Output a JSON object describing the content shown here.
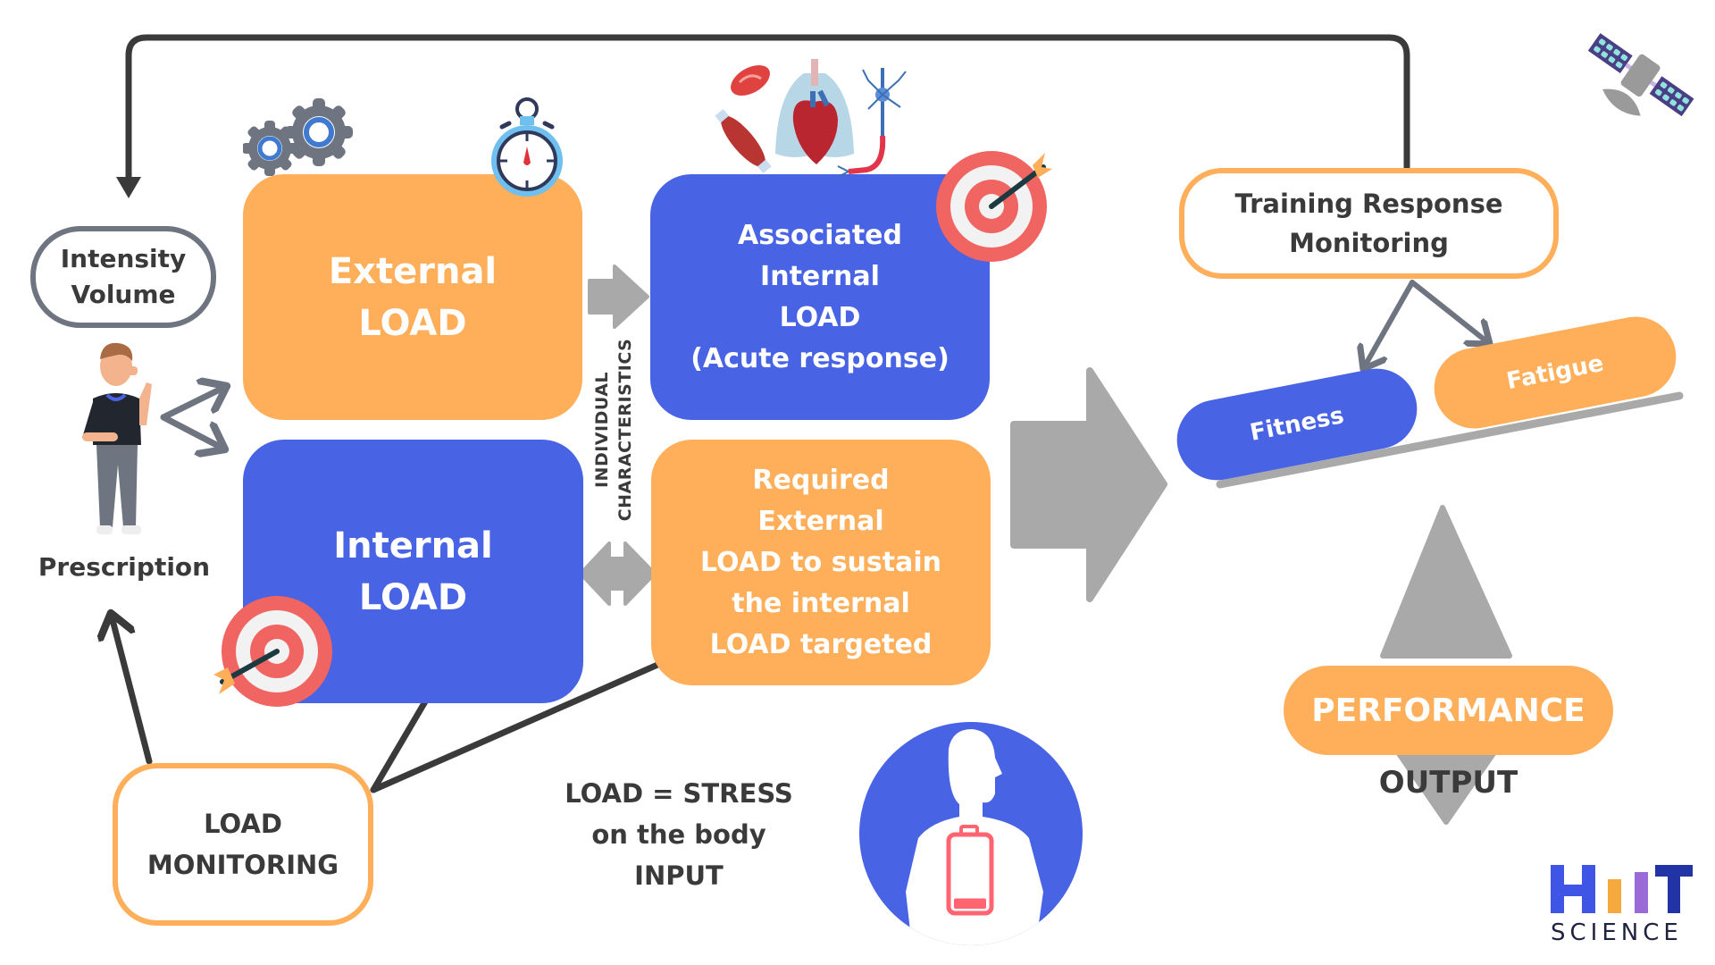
{
  "colors": {
    "orange": "#ffae5a",
    "blue": "#4863e3",
    "gray_arrow": "#a9a9a9",
    "dark_arrow": "#3a3a3a",
    "slate": "#6f7580",
    "text_dark": "#3a3a3a"
  },
  "feedback_loop": {
    "label": "feedback-arrow"
  },
  "intensity_volume": {
    "lines": [
      "Intensity",
      "Volume"
    ]
  },
  "prescription": {
    "label": "Prescription"
  },
  "external_load": {
    "lines": [
      "External",
      "LOAD"
    ]
  },
  "internal_load": {
    "lines": [
      "Internal",
      "LOAD"
    ]
  },
  "individual_characteristics": {
    "lines": [
      "INDIVIDUAL",
      "CHARACTERISTICS"
    ]
  },
  "associated_internal": {
    "lines": [
      "Associated",
      "Internal",
      "LOAD",
      "(Acute response)"
    ]
  },
  "required_external": {
    "lines": [
      "Required",
      "External",
      "LOAD to sustain",
      "the internal",
      "LOAD targeted"
    ]
  },
  "training_response": {
    "lines": [
      "Training Response",
      "Monitoring"
    ]
  },
  "balance": {
    "fitness": "Fitness",
    "fatigue": "Fatigue"
  },
  "performance": {
    "label": "PERFORMANCE",
    "sub": "OUTPUT"
  },
  "load_monitoring": {
    "lines": [
      "LOAD",
      "MONITORING"
    ]
  },
  "stress_note": {
    "lines": [
      "LOAD = STRESS",
      "on the body",
      "INPUT"
    ]
  },
  "body_battery": {
    "level": 0.15
  },
  "logo": {
    "mark": "HIIT",
    "sub": "SCIENCE"
  },
  "icons": [
    "gears-icon",
    "stopwatch-icon",
    "physiology-organs-icon",
    "target-icon",
    "coach-person-icon",
    "satellite-icon",
    "body-battery-icon"
  ]
}
